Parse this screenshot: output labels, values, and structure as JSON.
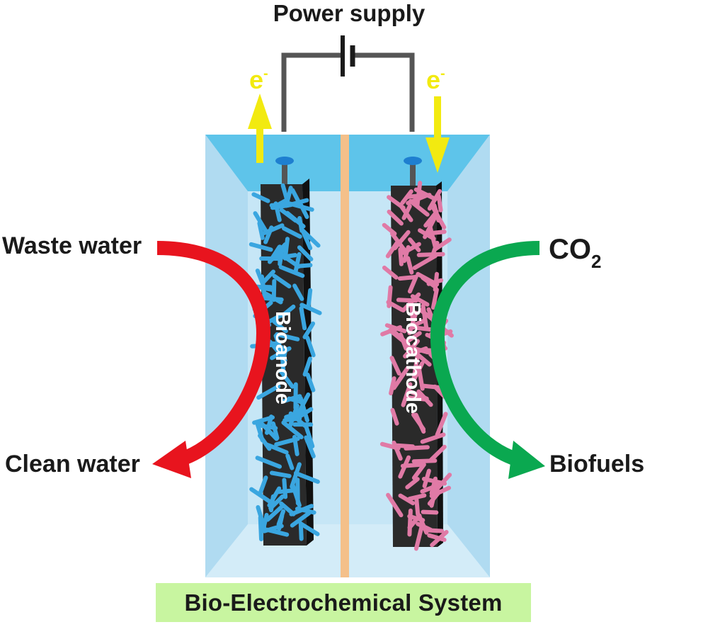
{
  "title": "Bio-Electrochemical System",
  "power_supply": "Power supply",
  "electron_left": "e",
  "electron_right": "e",
  "electron_sup": "-",
  "anode_label": "Bioanode",
  "cathode_label": "Biocathode",
  "inputs": {
    "waste_water": "Waste water",
    "clean_water": "Clean water",
    "co2_main": "CO",
    "co2_sub": "2",
    "biofuels": "Biofuels"
  },
  "colors": {
    "tank_fill": "#bfe3f5",
    "tank_top": "#5ec4ea",
    "membrane": "#f4c08a",
    "electrode": "#2a2a2a",
    "anode_microbes": "#3aa6e0",
    "cathode_microbes": "#e07aa6",
    "waste_arrow": "#e8141e",
    "co2_arrow": "#0aa850",
    "electron_arrow": "#f2ea10",
    "wire": "#555555",
    "title_bg": "#c8f5a0"
  }
}
